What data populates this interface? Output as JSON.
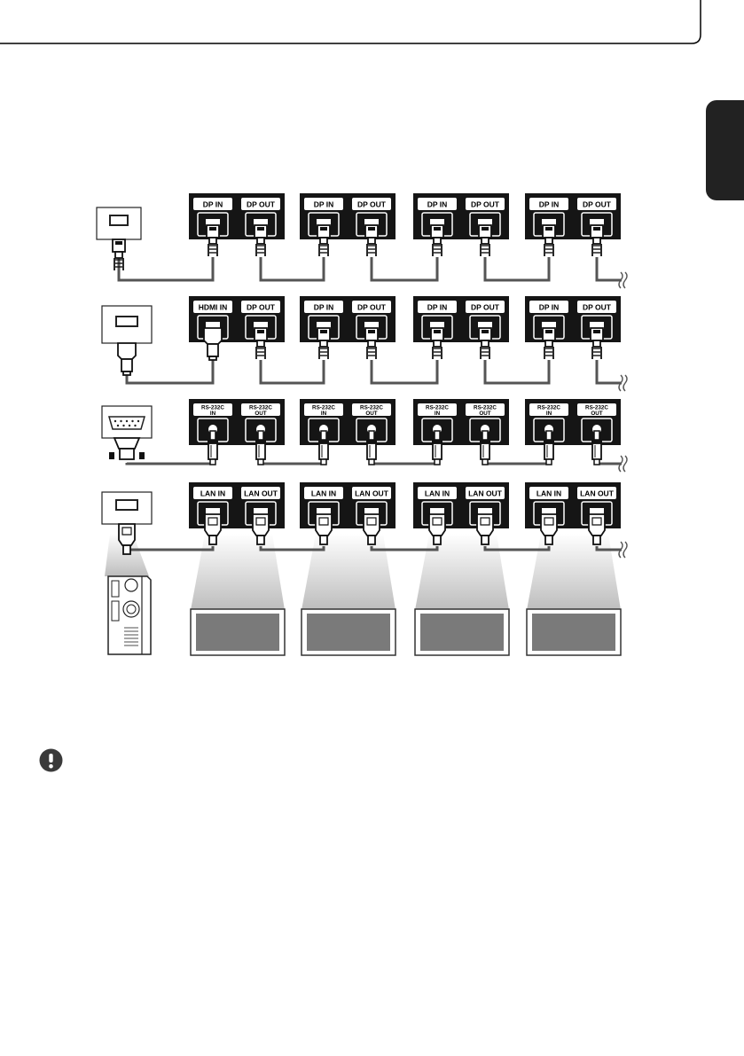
{
  "colors": {
    "panel": "#151515",
    "tab": "#222222",
    "cable": "#555555",
    "monitor_screen": "#7a7a7a",
    "beam": "#cfcfcf"
  },
  "icons": {
    "note": "exclamation-circle-icon",
    "side_tab": "language-tab",
    "pc": "pc-tower-icon"
  },
  "rows": [
    {
      "name": "displayport",
      "connector": "dp",
      "units": [
        [
          "DP IN",
          "DP OUT"
        ],
        [
          "DP IN",
          "DP OUT"
        ],
        [
          "DP IN",
          "DP OUT"
        ],
        [
          "DP IN",
          "DP OUT"
        ]
      ]
    },
    {
      "name": "hdmi",
      "connector": "hdmi",
      "units": [
        [
          "HDMI IN",
          "DP OUT"
        ],
        [
          "DP IN",
          "DP OUT"
        ],
        [
          "DP IN",
          "DP OUT"
        ],
        [
          "DP IN",
          "DP OUT"
        ]
      ]
    },
    {
      "name": "rs232c",
      "connector": "rs232",
      "units": [
        [
          "RS-232C|IN",
          "RS-232C|OUT"
        ],
        [
          "RS-232C|IN",
          "RS-232C|OUT"
        ],
        [
          "RS-232C|IN",
          "RS-232C|OUT"
        ],
        [
          "RS-232C|IN",
          "RS-232C|OUT"
        ]
      ]
    },
    {
      "name": "lan",
      "connector": "lan",
      "units": [
        [
          "LAN IN",
          "LAN OUT"
        ],
        [
          "LAN IN",
          "LAN OUT"
        ],
        [
          "LAN IN",
          "LAN OUT"
        ],
        [
          "LAN IN",
          "LAN OUT"
        ]
      ]
    }
  ]
}
